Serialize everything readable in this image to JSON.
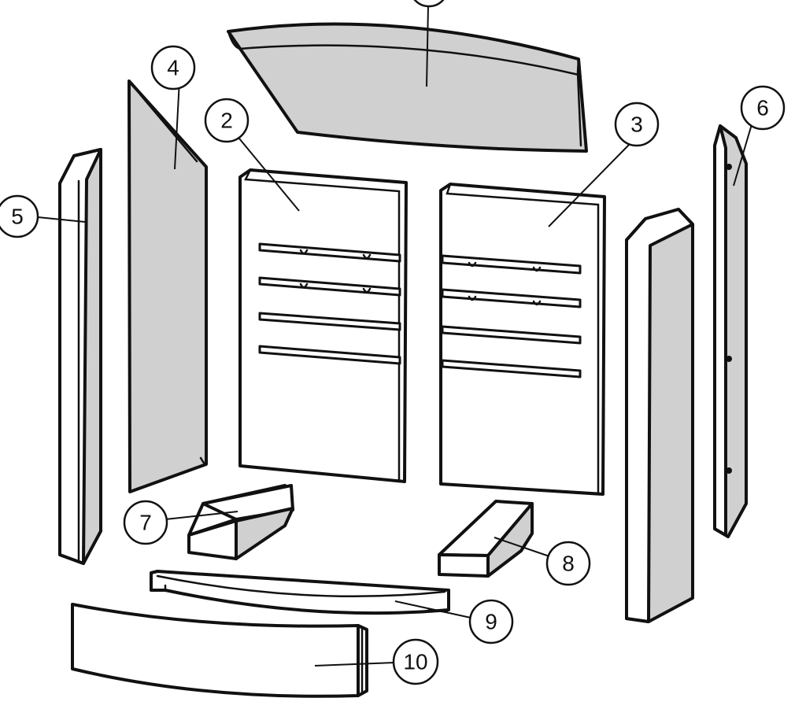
{
  "colors": {
    "line": "#111111",
    "shaded": "#d0d0d0",
    "face": "#ffffff"
  },
  "callouts": [
    {
      "id": "1",
      "label": ""
    },
    {
      "id": "2",
      "label": "2"
    },
    {
      "id": "3",
      "label": "3"
    },
    {
      "id": "4",
      "label": "4"
    },
    {
      "id": "5",
      "label": "5"
    },
    {
      "id": "6",
      "label": "6"
    },
    {
      "id": "7",
      "label": "7"
    },
    {
      "id": "8",
      "label": "8"
    },
    {
      "id": "9",
      "label": "9"
    },
    {
      "id": "10",
      "label": "10"
    }
  ]
}
